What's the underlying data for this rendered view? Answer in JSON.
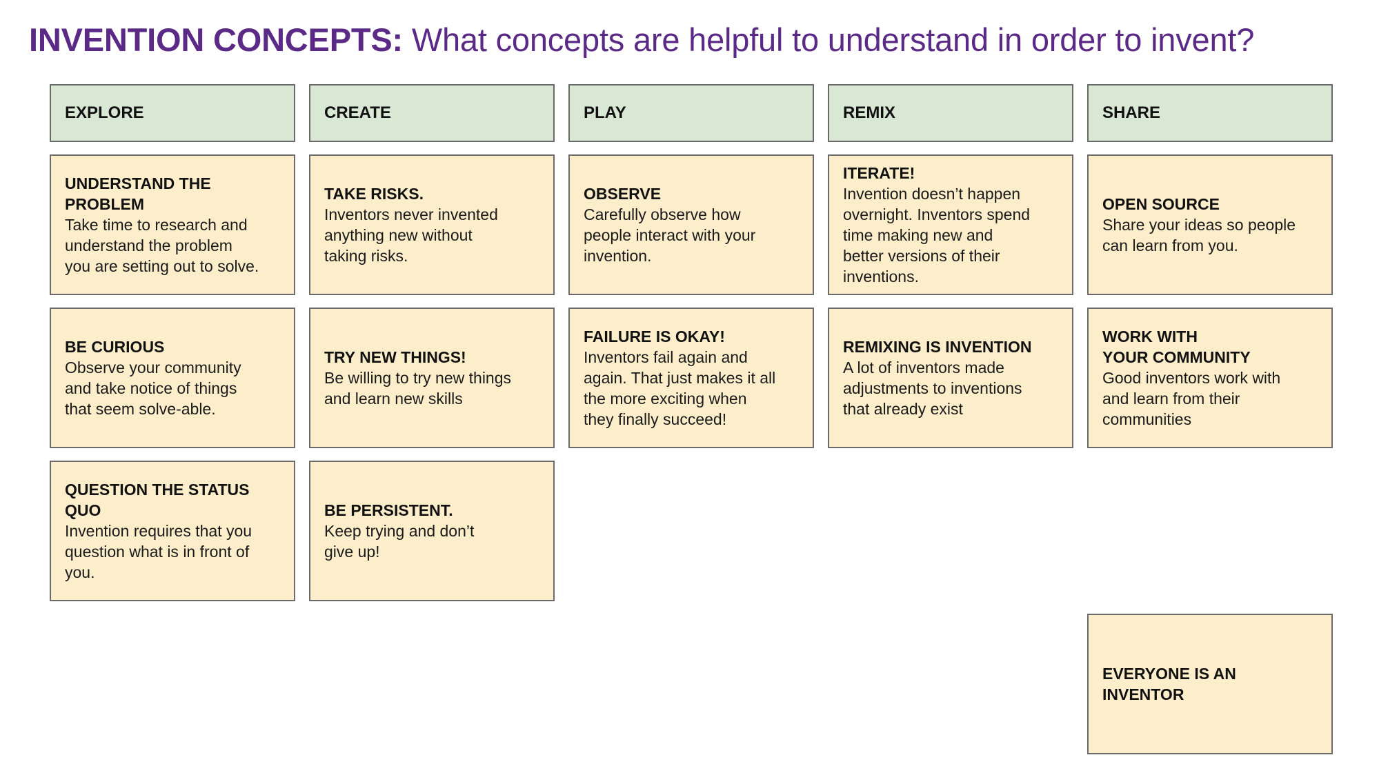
{
  "title": {
    "bold": "INVENTION CONCEPTS:",
    "rest": " What concepts are helpful to understand in order to invent?"
  },
  "columns": [
    "EXPLORE",
    "CREATE",
    "PLAY",
    "REMIX",
    "SHARE"
  ],
  "cards": {
    "explore_1": {
      "title": "UNDERSTAND THE\nPROBLEM",
      "body": "Take time to research and\nunderstand the problem\nyou are setting out to solve."
    },
    "explore_2": {
      "title": "BE CURIOUS",
      "body": "Observe your community\nand take notice of things\nthat seem solve-able."
    },
    "explore_3": {
      "title": "QUESTION THE STATUS\nQUO",
      "body": "Invention requires that you\nquestion what is in front of\nyou."
    },
    "create_1": {
      "title": "TAKE RISKS.",
      "body": "Inventors never invented\nanything new without\ntaking risks."
    },
    "create_2": {
      "title": "TRY NEW THINGS!",
      "body": "Be willing to try new things\nand learn new skills"
    },
    "create_3": {
      "title": "BE PERSISTENT.",
      "body": "Keep trying and don’t\ngive up!"
    },
    "play_1": {
      "title": "OBSERVE",
      "body": "Carefully observe how\npeople interact with your\ninvention."
    },
    "play_2": {
      "title": "FAILURE IS OKAY!",
      "body": "Inventors fail again and\nagain. That just makes it all\nthe more exciting when\nthey finally succeed!"
    },
    "remix_1": {
      "title": "ITERATE!",
      "body": "Invention doesn’t happen\novernight. Inventors spend\ntime making new and\nbetter versions of their\ninventions."
    },
    "remix_2": {
      "title": "REMIXING IS INVENTION",
      "body": "A lot of inventors made\nadjustments to inventions\nthat already exist"
    },
    "share_1": {
      "title": "OPEN SOURCE",
      "body": "Share your ideas so people\ncan learn from you."
    },
    "share_2": {
      "title": "WORK WITH\nYOUR COMMUNITY",
      "body": "Good inventors work with\nand learn from their\ncommunities"
    },
    "share_3": {
      "title": "EVERYONE IS AN\nINVENTOR",
      "body": ""
    }
  },
  "colors": {
    "title": "#5b2a86",
    "header_fill": "#d9e8d5",
    "card_fill": "#fdeecb",
    "border": "#6a6a6a"
  }
}
